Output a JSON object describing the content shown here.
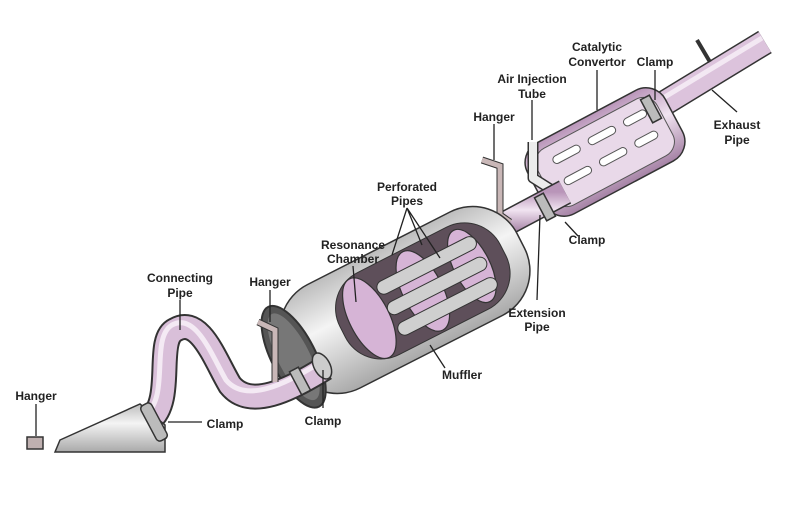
{
  "labels": {
    "catalytic_convertor": [
      "Catalytic",
      "Convertor"
    ],
    "clamp_cat": "Clamp",
    "air_injection_tube": [
      "Air Injection",
      "Tube"
    ],
    "exhaust_pipe": [
      "Exhaust",
      "Pipe"
    ],
    "hanger_top": "Hanger",
    "perforated_pipes": [
      "Perforated",
      "Pipes"
    ],
    "resonance_chamber": [
      "Resonance",
      "Chamber"
    ],
    "clamp_extension": "Clamp",
    "extension_pipe": [
      "Extension",
      "Pipe"
    ],
    "connecting_pipe": [
      "Connecting",
      "Pipe"
    ],
    "hanger_mid": "Hanger",
    "muffler": "Muffler",
    "hanger_left": "Hanger",
    "clamp_left": "Clamp",
    "clamp_muffler": "Clamp"
  },
  "colors": {
    "pipe": "#d9bfd9",
    "pipe_dark": "#b48fb4",
    "metal": "#dcdcdc",
    "interior": "#6b5b66"
  }
}
